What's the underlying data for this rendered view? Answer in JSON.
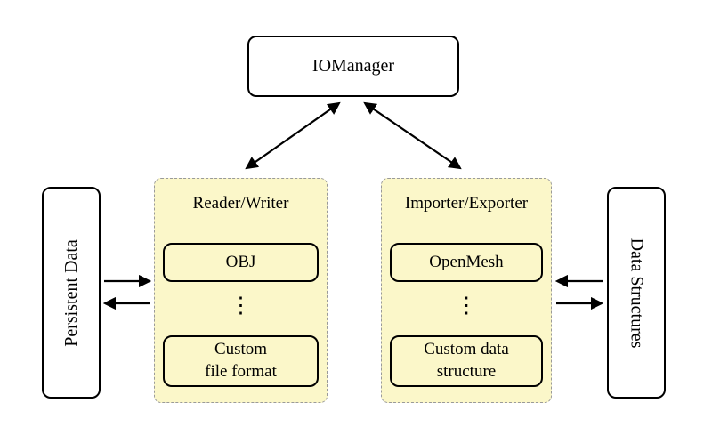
{
  "colors": {
    "group_fill": "#FBF7C9",
    "group_border": "#9a9a9a",
    "box_border": "#000000",
    "arrow": "#000000",
    "background": "#ffffff"
  },
  "nodes": {
    "io_manager": {
      "label": "IOManager"
    },
    "persistent_data": {
      "label": "Persistent Data"
    },
    "data_structures": {
      "label": "Data Structures"
    }
  },
  "groups": [
    {
      "title": "Reader/Writer",
      "top_item": "OBJ",
      "ellipsis": "⋮",
      "bottom_item_lines": [
        "Custom",
        "file format"
      ]
    },
    {
      "title": "Importer/Exporter",
      "top_item": "OpenMesh",
      "ellipsis": "⋮",
      "bottom_item_lines": [
        "Custom data",
        "structure"
      ]
    }
  ]
}
